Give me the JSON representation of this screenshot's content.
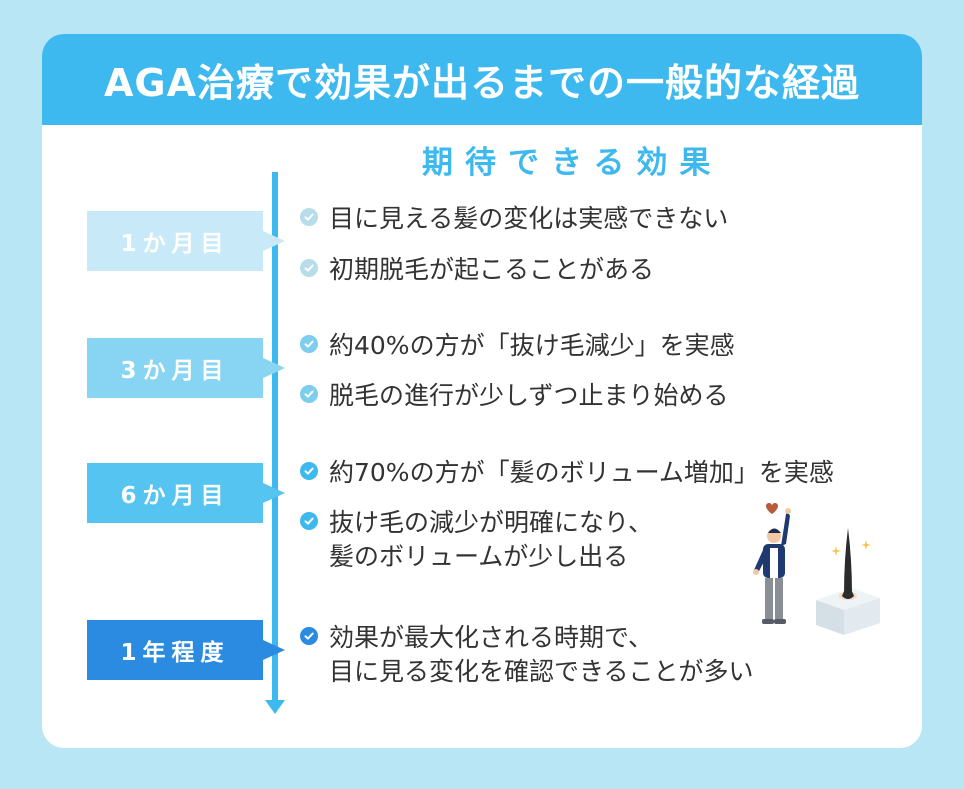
{
  "header": {
    "title": "AGA治療で効果が出るまでの一般的な経過"
  },
  "subtitle": "期待できる効果",
  "colors": {
    "accent": "#3db9ef",
    "stage_light": "#c8eaf8",
    "stage_mid": "#88d4f3",
    "stage_strong": "#55c4f0",
    "stage_dark": "#2a8be0",
    "background": "#b9e6f4"
  },
  "stages": [
    {
      "label": "1か月目",
      "effects": [
        "目に見える髪の変化は実感できない",
        "初期脱毛が起こることがある"
      ]
    },
    {
      "label": "3か月目",
      "effects": [
        "約40%の方が「抜け毛減少」を実感",
        "脱毛の進行が少しずつ止まり始める"
      ]
    },
    {
      "label": "6か月目",
      "effects": [
        "約70%の方が「髪のボリューム増加」を実感",
        "抜け毛の減少が明確になり、",
        "髪のボリュームが少し出る"
      ]
    },
    {
      "label": "1年程度",
      "effects": [
        "効果が最大化される時期で、",
        "目に見る変化を確認できることが多い"
      ]
    }
  ],
  "icons": {
    "check": "check-circle-icon",
    "illustration": "hair-growth-illustration"
  }
}
